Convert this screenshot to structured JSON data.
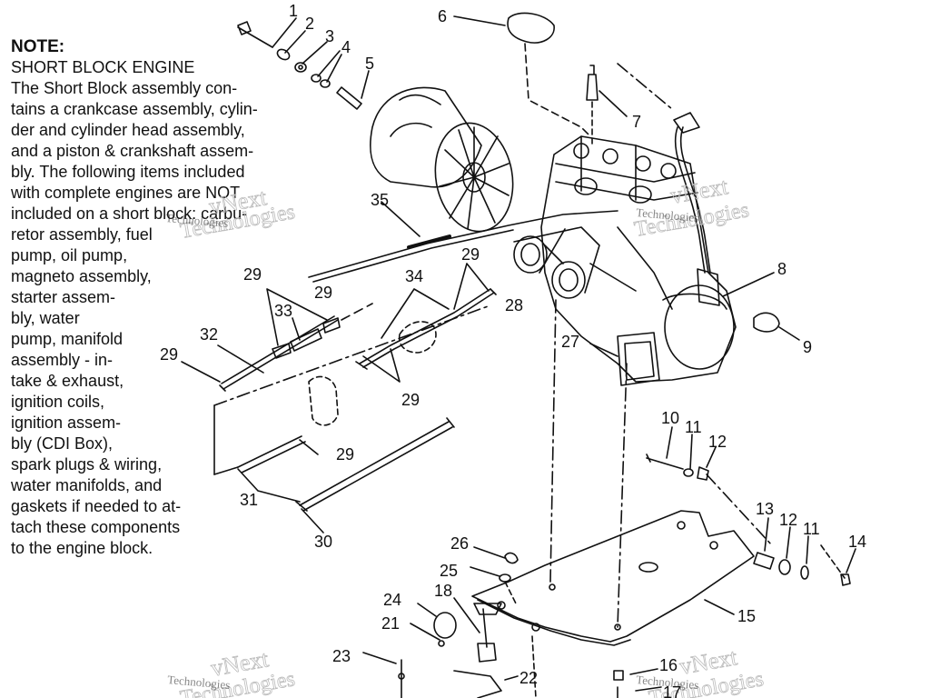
{
  "note": {
    "title": "NOTE:",
    "lines": [
      "SHORT BLOCK ENGINE",
      "The Short Block assembly con-",
      "tains a crankcase assembly, cylin-",
      "der and cylinder head assembly,",
      "and a piston & crankshaft assem-",
      "bly.  The following items included",
      "with complete engines are NOT",
      "included on a short block: carbu-",
      "retor assembly, fuel",
      "pump, oil pump,",
      "magneto assembly,",
      "starter assem-",
      "bly, water",
      "pump, manifold",
      "assembly - in-",
      "take & exhaust,",
      "ignition coils,",
      "ignition assem-",
      "bly (CDI Box),",
      "spark plugs & wiring,",
      "water manifolds, and",
      "gaskets if needed to at-",
      "tach these components",
      "to the engine block."
    ]
  },
  "callouts": [
    "1",
    "2",
    "3",
    "4",
    "5",
    "6",
    "7",
    "8",
    "9",
    "10",
    "11",
    "12",
    "13",
    "12",
    "11",
    "14",
    "15",
    "16",
    "17",
    "18",
    "21",
    "22",
    "23",
    "24",
    "25",
    "26",
    "27",
    "28",
    "29",
    "29",
    "29",
    "29",
    "29",
    "29",
    "30",
    "31",
    "32",
    "33",
    "34",
    "35"
  ],
  "watermark": {
    "brand": "vNext",
    "brand_sub": "Technologies",
    "big": "Technologies"
  }
}
